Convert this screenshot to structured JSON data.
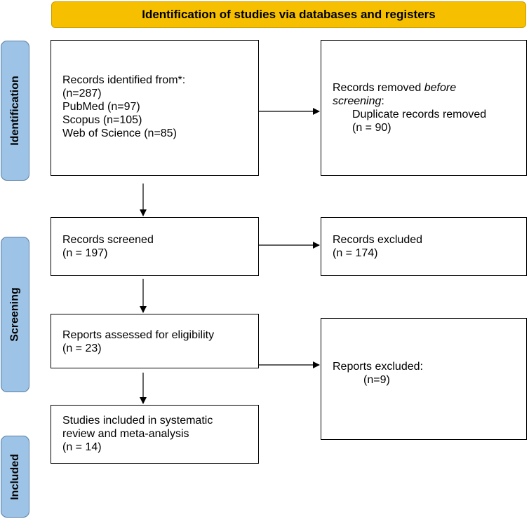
{
  "header": {
    "title": "Identification of studies via databases and registers"
  },
  "phases": {
    "identification": "Identification",
    "screening": "Screening",
    "included": "Included"
  },
  "boxes": {
    "records_identified": {
      "line1": "Records identified from*:",
      "line2": "(n=287)",
      "line3": "PubMed (n=97)",
      "line4": "Scopus (n=105)",
      "line5": "Web of Science (n=85)"
    },
    "records_removed": {
      "line1_a": "Records removed ",
      "line1_b": "before",
      "line2_a": "screening",
      "line2_b": ":",
      "line3": "Duplicate records removed",
      "line4": "(n = 90)"
    },
    "records_screened": {
      "line1": "Records screened",
      "line2": "(n = 197)"
    },
    "records_excluded": {
      "line1": "Records excluded",
      "line2": "(n = 174)"
    },
    "reports_assessed": {
      "line1": "Reports assessed for eligibility",
      "line2": "(n = 23)"
    },
    "reports_excluded": {
      "line1": "Reports excluded:",
      "line2": "(n=9)"
    },
    "studies_included": {
      "line1": "Studies included in systematic",
      "line2": "review and meta-analysis",
      "line3": "(n = 14)"
    }
  },
  "colors": {
    "header_fill": "#f6c000",
    "phase_fill": "#9dc3e6",
    "box_border": "#000000"
  }
}
